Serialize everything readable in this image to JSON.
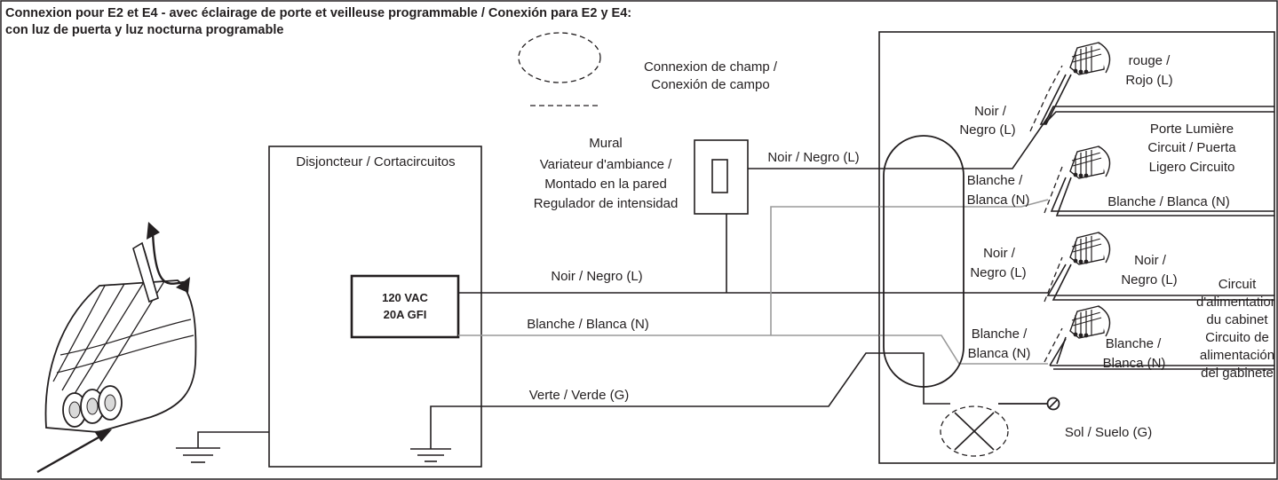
{
  "title": {
    "line1": "Connexion pour E2 et E4 - avec éclairage de porte et veilleuse programmable / Conexión para E2 y E4:",
    "line2": "con luz de puerta y luz nocturna programable"
  },
  "legend": {
    "line1": "Connexion de champ /",
    "line2": "Conexión de campo"
  },
  "breaker": {
    "title": "Disjoncteur / Cortacircuitos",
    "line1": "120 VAC",
    "line2": "20A GFI"
  },
  "dimmer": {
    "line1": "Mural",
    "line2": "Variateur d'ambiance /",
    "line3": "Montado en la pared",
    "line4": "Regulador de intensidad"
  },
  "wires": {
    "noir_top": "Noir / Negro (L)",
    "noir_mid": "Noir / Negro (L)",
    "blanche_mid": "Blanche / Blanca (N)",
    "verte": "Verte / Verde (G)"
  },
  "cabinet": {
    "noir_a1": "Noir /",
    "noir_a2": "Negro (L)",
    "blanche_a1": "Blanche /",
    "blanche_a2": "Blanca (N)",
    "noir_b1": "Noir /",
    "noir_b2": "Negro (L)",
    "blanche_b1": "Blanche /",
    "blanche_b2": "Blanca (N)",
    "rouge1": "rouge /",
    "rouge2": "Rojo (L)",
    "porte1": "Porte Lumière",
    "porte2": "Circuit / Puerta",
    "porte3": "Ligero Circuito",
    "blanche_right": "Blanche / Blanca (N)",
    "noir_right1": "Noir /",
    "noir_right2": "Negro (L)",
    "circuit1": "Circuit",
    "circuit2": "d'alimentation",
    "circuit3": "du cabinet",
    "circuit4": "Circuito de",
    "circuit5": "alimentación",
    "circuit6": "del gabinete",
    "blanche_right2a": "Blanche /",
    "blanche_right2b": "Blanca (N)",
    "ground": "Sol / Suelo (G)"
  }
}
